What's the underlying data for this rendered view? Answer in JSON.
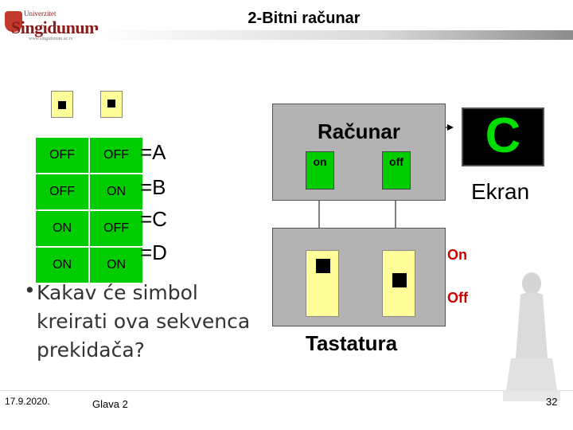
{
  "header": {
    "title": "2-Bitni računar",
    "logo": {
      "top_text": "Univerzitet",
      "main_text": "Singidunum",
      "url_text": "www.singidunum.ac.rs"
    }
  },
  "truth_table": {
    "rows": [
      [
        "OFF",
        "OFF"
      ],
      [
        "OFF",
        "ON"
      ],
      [
        "ON",
        "OFF"
      ],
      [
        "ON",
        "ON"
      ]
    ],
    "symbols": [
      "=A",
      "=B",
      "=C",
      "=D"
    ]
  },
  "question": {
    "bullet": "•",
    "text": "Kakav će simbol kreirati ova sekvenca prekidača?"
  },
  "computer": {
    "label": "Računar",
    "port_on": "on",
    "port_off": "off"
  },
  "screen": {
    "char": "C",
    "label": "Ekran"
  },
  "keyboard": {
    "label": "Tastatura",
    "on_label": "On",
    "off_label": "Off"
  },
  "footer": {
    "date": "17.9.2020.",
    "course": "Glava 2",
    "page": "32"
  },
  "colors": {
    "green": "#00cc00",
    "switch_yellow": "#ffff99",
    "box_gray": "#b3b3b3",
    "screen_green": "#00dd00",
    "label_red": "#cc0000",
    "logo_red": "#8a1c1c"
  }
}
